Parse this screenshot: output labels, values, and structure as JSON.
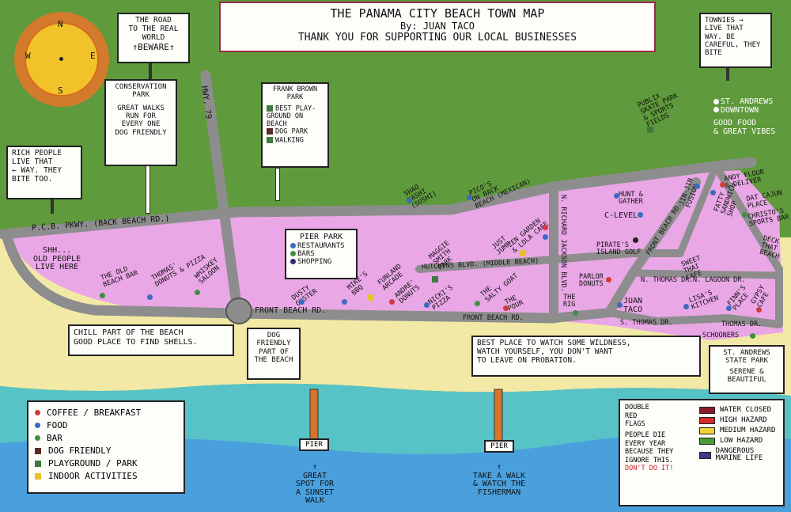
{
  "title": {
    "line1": "THE PANAMA CITY BEACH TOWN MAP",
    "line2": "By: JUAN TACO",
    "line3": "THANK YOU FOR SUPPORTING OUR LOCAL BUSINESSES"
  },
  "compass": {
    "n": "N",
    "e": "E",
    "s": "S",
    "w": "W"
  },
  "signs": {
    "real_world": [
      "THE ROAD",
      "TO THE REAL",
      "WORLD",
      "BEWARE"
    ],
    "townies": [
      "TOWNIES",
      "LIVE THAT",
      "WAY. BE",
      "CAREFUL, THEY",
      "BITE"
    ],
    "conservation": [
      "CONSERVATION",
      "PARK",
      "GREAT WALKS",
      "RUN FOR",
      "EVERY ONE",
      "DOG FRIENDLY"
    ],
    "frank_brown_title": [
      "FRANK BROWN",
      "PARK"
    ],
    "frank_brown_items": [
      "BEST PLAY-GROUND ON BEACH",
      "DOG PARK",
      "WALKING"
    ],
    "rich_people": [
      "RICH PEOPLE",
      "LIVE THAT",
      "WAY. THEY",
      "BITE TOO."
    ],
    "pier_park_title": "PIER PARK",
    "pier_park_items": [
      "RESTAURANTS",
      "BARS",
      "SHOPPING"
    ],
    "chill": [
      "CHILL PART OF THE BEACH",
      "GOOD PLACE TO FIND SHELLS."
    ],
    "dog_beach": [
      "DOG",
      "FRIENDLY",
      "PART OF",
      "THE BEACH"
    ],
    "wildness": [
      "BEST PLACE TO WATCH SOME WILDNESS,",
      "WATCH YOURSELF, YOU DON'T WANT",
      "TO LEAVE ON PROBATION."
    ],
    "st_andrews_park": [
      "ST. ANDREWS",
      "STATE PARK",
      "SERENE &",
      "BEAUTIFUL"
    ],
    "st_andrews_downtown": [
      "ST. ANDREWS",
      "DOWNTOWN",
      "GOOD FOOD",
      "& GREAT VIBES"
    ]
  },
  "roads": {
    "hwy79": "HWY. 79",
    "back_beach": "P.C.B. PKWY. (BACK BEACH RD.)",
    "front_beach_west": "FRONT BEACH RD.",
    "front_beach_mid": "FRONT BEACH RD.",
    "hutchins": "HUTCHINS BLVD. (MIDDLE BEACH)",
    "richard_jackson": "N. RICHARD JACKSON BLVD.",
    "front_beach_east": "FRONT BEACH RD.",
    "n_thomas": "N. THOMAS DR.",
    "n_lagoon": "N. LAGOON DR.",
    "s_thomas": "S. THOMAS DR.",
    "thomas": "THOMAS DR."
  },
  "places": {
    "old_people": [
      "SHH...",
      "OLD PEOPLE",
      "LIVE HERE"
    ],
    "old_beach_bar": [
      "THE OLD",
      "BEACH BAR"
    ],
    "thomas_donuts": [
      "THOMAS'",
      "DONUTS & PIZZA"
    ],
    "whiskey_saloon": [
      "WHISKEY",
      "SALOON"
    ],
    "dusty_oyster": [
      "DUSTY",
      "OYSTER"
    ],
    "mikes_bbq": [
      "MIKE'S",
      "BBQ"
    ],
    "funland": [
      "FUNLAND",
      "ARCADE"
    ],
    "andre_donuts": [
      "ANDRE'",
      "DONUTS"
    ],
    "maggie_park": [
      "MAGGIE",
      "SMITH",
      "PARK"
    ],
    "just_jump": [
      "JUST",
      "JUMP"
    ],
    "zen_garden": [
      "ZEN GARDEN",
      "& LOLA CAFE"
    ],
    "nickis_pizza": [
      "NICKI'S",
      "PIZZA"
    ],
    "salty_goat": [
      "THE",
      "SALTY GOAT"
    ],
    "the_pour": [
      "THE",
      "POUR"
    ],
    "shaba_sushi": [
      "SHAO",
      "KASHI",
      "(SUSHI)"
    ],
    "picos": [
      "PICO'S",
      "ON BACK",
      "BEACH (MEXICAN)"
    ],
    "hunt_gather": [
      "HUNT &",
      "GATHER"
    ],
    "c_level": [
      "C-LEVEL"
    ],
    "pirates_golf": [
      "PIRATE'S",
      "ISLAND GOLF"
    ],
    "publix_park": [
      "PUBLIX",
      "SKATE PARK",
      "& SPORTS",
      "FIELDS"
    ],
    "andy_flour": [
      "ANDY FLOUR",
      "& DELIVER"
    ],
    "dat_cajun": [
      "DAT CAJUN",
      "PLACE"
    ],
    "christos": [
      "CHRISTO'S",
      "SPORTS BAR"
    ],
    "deck": [
      "DECK",
      "THAT",
      "BEACH"
    ],
    "jin_jin": [
      "JIN-JIN",
      "FUSION"
    ],
    "fatty_sandwich": [
      "FATTY",
      "SANDWICH",
      "SHOP"
    ],
    "sweet_thai": [
      "SWEET",
      "THAI",
      "CAFE"
    ],
    "lisas_kitchen": [
      "LISA'S",
      "KITCHEN"
    ],
    "finns": [
      "FINN'S",
      "PLACE"
    ],
    "gypsy": [
      "GYPSY",
      "CAFE"
    ],
    "parlor_donuts": [
      "PARLOR",
      "DONUTS"
    ],
    "the_rig": [
      "THE",
      "RIG"
    ],
    "juan_taco": [
      "JUAN",
      "TACO"
    ],
    "schooners": "SCHOONERS",
    "front_beach_rd_label": "FRONT BEACH RD."
  },
  "piers": {
    "pier_label": "PIER",
    "west_caption": [
      "GREAT",
      "SPOT FOR",
      "A SUNSET",
      "WALK"
    ],
    "east_caption": [
      "TAKE A WALK",
      "& WATCH THE",
      "FISHERMAN"
    ]
  },
  "legend": {
    "items": [
      {
        "label": "COFFEE / BREAKFAST",
        "color": "#d33b3b",
        "shape": "dot"
      },
      {
        "label": "FOOD",
        "color": "#3a6bbf",
        "shape": "dot"
      },
      {
        "label": "BAR",
        "color": "#3f8f3f",
        "shape": "dot"
      },
      {
        "label": "DOG FRIENDLY",
        "color": "#5a2a2a",
        "shape": "sq"
      },
      {
        "label": "PLAYGROUND / PARK",
        "color": "#3f7a3f",
        "shape": "sq"
      },
      {
        "label": "INDOOR ACTIVITIES",
        "color": "#e6c229",
        "shape": "sq"
      }
    ]
  },
  "flags": {
    "left": [
      "DOUBLE",
      "RED",
      "FLAGS",
      "PEOPLE DIE",
      "EVERY YEAR",
      "BECAUSE THEY",
      "IGNORE THIS.",
      "DON'T DO IT!"
    ],
    "items": [
      {
        "label": "WATER CLOSED",
        "color": "#8b1a2a"
      },
      {
        "label": "HIGH HAZARD",
        "color": "#d42b2b"
      },
      {
        "label": "MEDIUM HAZARD",
        "color": "#f0d23a"
      },
      {
        "label": "LOW HAZARD",
        "color": "#4a9a3a"
      },
      {
        "label": "DANGEROUS MARINE LIFE",
        "color": "#3a3a8a"
      }
    ]
  },
  "colors": {
    "grass": "#5f9a3c",
    "land": "#e9a7e6",
    "road": "#8d8d8d",
    "sand": "#f2e9a6",
    "shallow": "#57c3c7",
    "deep": "#4aa0dd",
    "sun": "#f2c22a",
    "heart": "#b22d5a"
  }
}
